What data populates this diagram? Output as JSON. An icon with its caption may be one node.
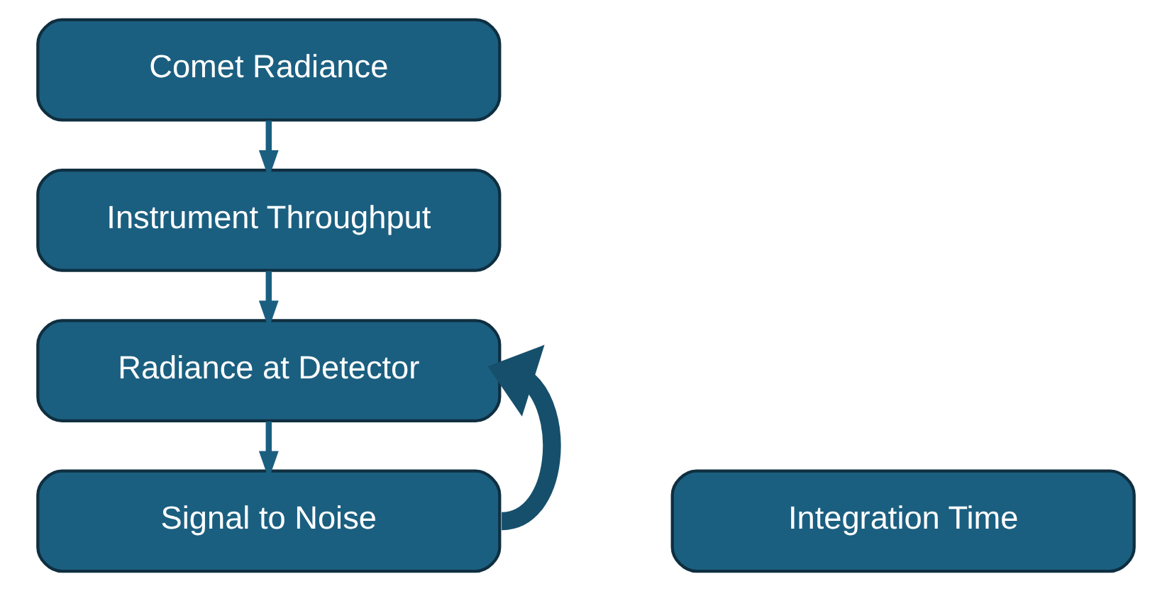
{
  "diagram": {
    "nodes": [
      {
        "text": [
          "Comet Radiance"
        ]
      },
      {
        "text": [
          "Instrument Throughput"
        ]
      },
      {
        "text": [
          "Radiance at Detector"
        ]
      },
      {
        "text": [
          "Signal to Noise"
        ]
      },
      {
        "text": [
          "Integration Time"
        ]
      }
    ],
    "edges": [
      {
        "from": 0,
        "to": 1,
        "arrow": "to"
      },
      {
        "from": 1,
        "to": 2,
        "arrow": "to"
      },
      {
        "from": 2,
        "to": 3,
        "arrow": "to"
      },
      {
        "from": 3,
        "to": 2,
        "arrow": "to",
        "style": "thick"
      }
    ]
  }
}
